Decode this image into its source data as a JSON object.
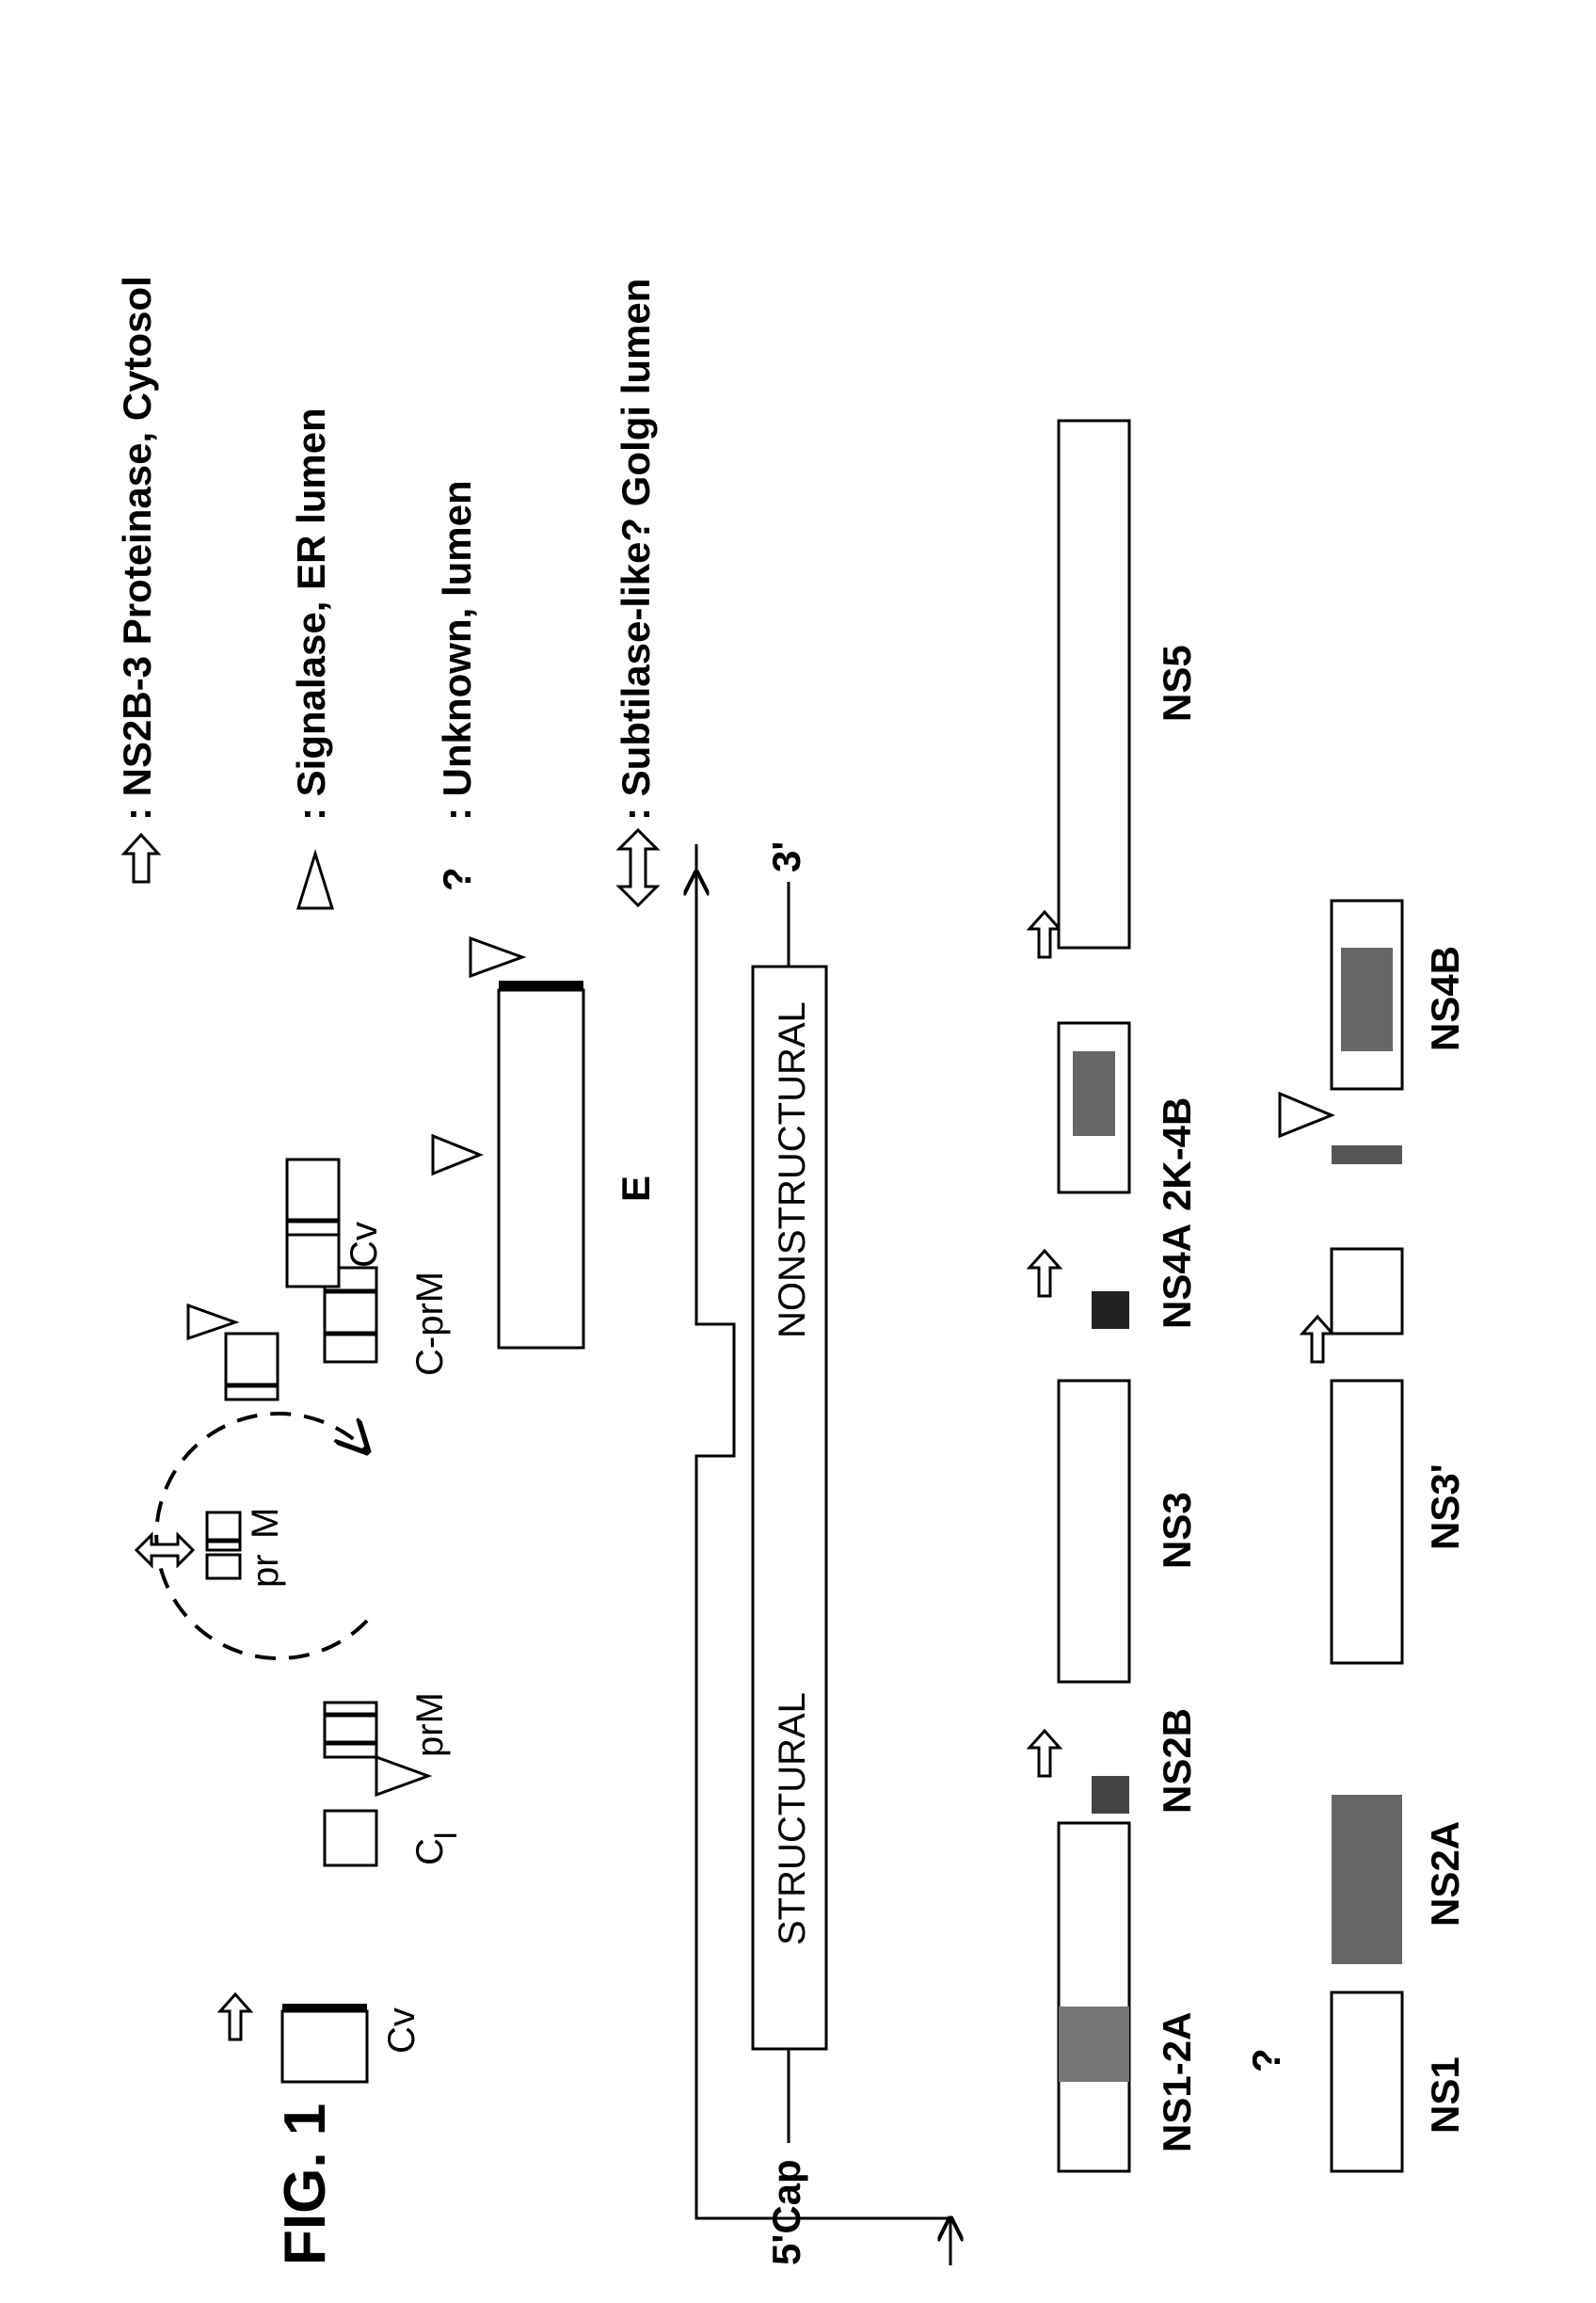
{
  "figure": {
    "title": "FIG. 1"
  },
  "legend": [
    {
      "symbol": "arrow-icon",
      "text": ": NS2B-3 Proteinase, Cytosol"
    },
    {
      "symbol": "triangle-icon",
      "text": ": Signalase, ER lumen"
    },
    {
      "symbol": "?",
      "text": ": Unknown, lumen"
    },
    {
      "symbol": "double-arrow-icon",
      "text": ": Subtilase-like? Golgi lumen"
    }
  ],
  "genome": {
    "five_prime": "5'Cap",
    "three_prime": "3'",
    "structural": "STRUCTURAL",
    "nonstructural": "NONSTRUCTURAL"
  },
  "structural_labels": {
    "cv": "Cv",
    "ci": "C",
    "ci_sub": "I",
    "prm": "prM",
    "pr": "pr",
    "m": "M",
    "cprm": "C-prM",
    "cv2": "Cv",
    "e": "E"
  },
  "nonstructural_row1": [
    "NS1-2A",
    "NS2B",
    "NS3",
    "NS4A",
    "2K-4B",
    "NS5"
  ],
  "nonstructural_row2": [
    "NS1",
    "NS2A",
    "NS3'",
    "NS4B"
  ],
  "unknown_mark": "?"
}
